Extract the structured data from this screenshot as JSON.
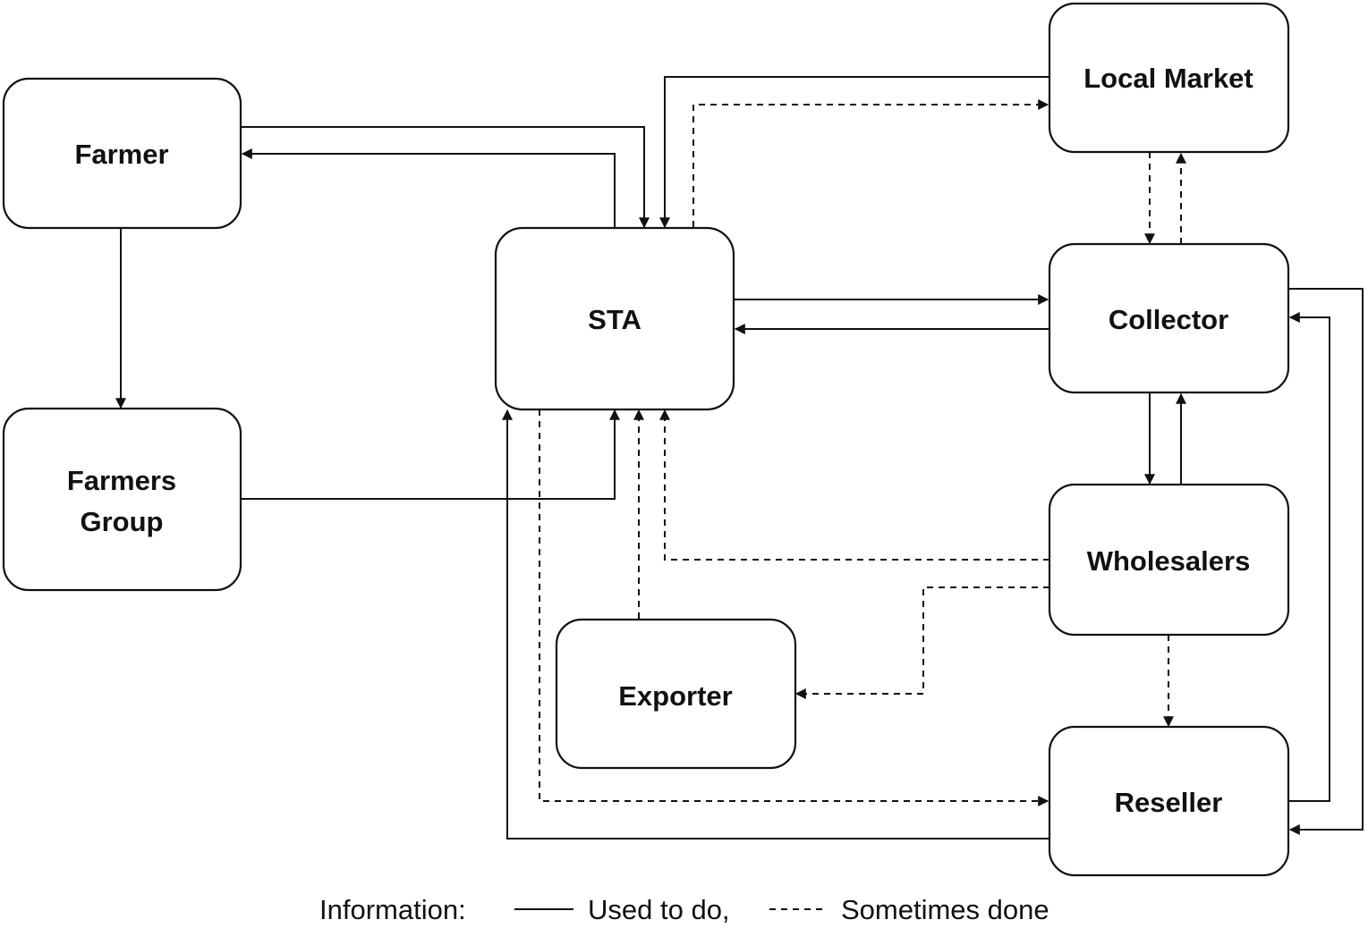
{
  "nodes": {
    "farmer": "Farmer",
    "farmers_group": [
      "Farmers",
      "Group"
    ],
    "sta": "STA",
    "local_market": "Local Market",
    "collector": "Collector",
    "wholesalers": "Wholesalers",
    "exporter": "Exporter",
    "reseller": "Reseller"
  },
  "legend": {
    "prefix": "Information:",
    "solid_label": "Used to do,",
    "dashed_label": "Sometimes done"
  },
  "edges": [
    {
      "from": "Farmer",
      "to": "STA",
      "style": "solid"
    },
    {
      "from": "STA",
      "to": "Farmer",
      "style": "solid"
    },
    {
      "from": "Farmer",
      "to": "Farmers Group",
      "style": "solid"
    },
    {
      "from": "Farmers Group",
      "to": "STA",
      "style": "solid"
    },
    {
      "from": "Local Market",
      "to": "STA",
      "style": "solid"
    },
    {
      "from": "STA",
      "to": "Local Market",
      "style": "dashed"
    },
    {
      "from": "Local Market",
      "to": "Collector",
      "style": "dashed"
    },
    {
      "from": "Collector",
      "to": "Local Market",
      "style": "dashed"
    },
    {
      "from": "STA",
      "to": "Collector",
      "style": "solid"
    },
    {
      "from": "Collector",
      "to": "STA",
      "style": "solid"
    },
    {
      "from": "Collector",
      "to": "Wholesalers",
      "style": "solid"
    },
    {
      "from": "Wholesalers",
      "to": "Collector",
      "style": "solid"
    },
    {
      "from": "Collector",
      "to": "Reseller",
      "style": "solid"
    },
    {
      "from": "Reseller",
      "to": "Collector",
      "style": "solid"
    },
    {
      "from": "Wholesalers",
      "to": "STA",
      "style": "dashed"
    },
    {
      "from": "Exporter",
      "to": "STA",
      "style": "dashed"
    },
    {
      "from": "Wholesalers",
      "to": "Exporter",
      "style": "dashed"
    },
    {
      "from": "Wholesalers",
      "to": "Reseller",
      "style": "dashed"
    },
    {
      "from": "STA",
      "to": "Reseller",
      "style": "dashed"
    },
    {
      "from": "Reseller",
      "to": "STA",
      "style": "solid"
    }
  ]
}
